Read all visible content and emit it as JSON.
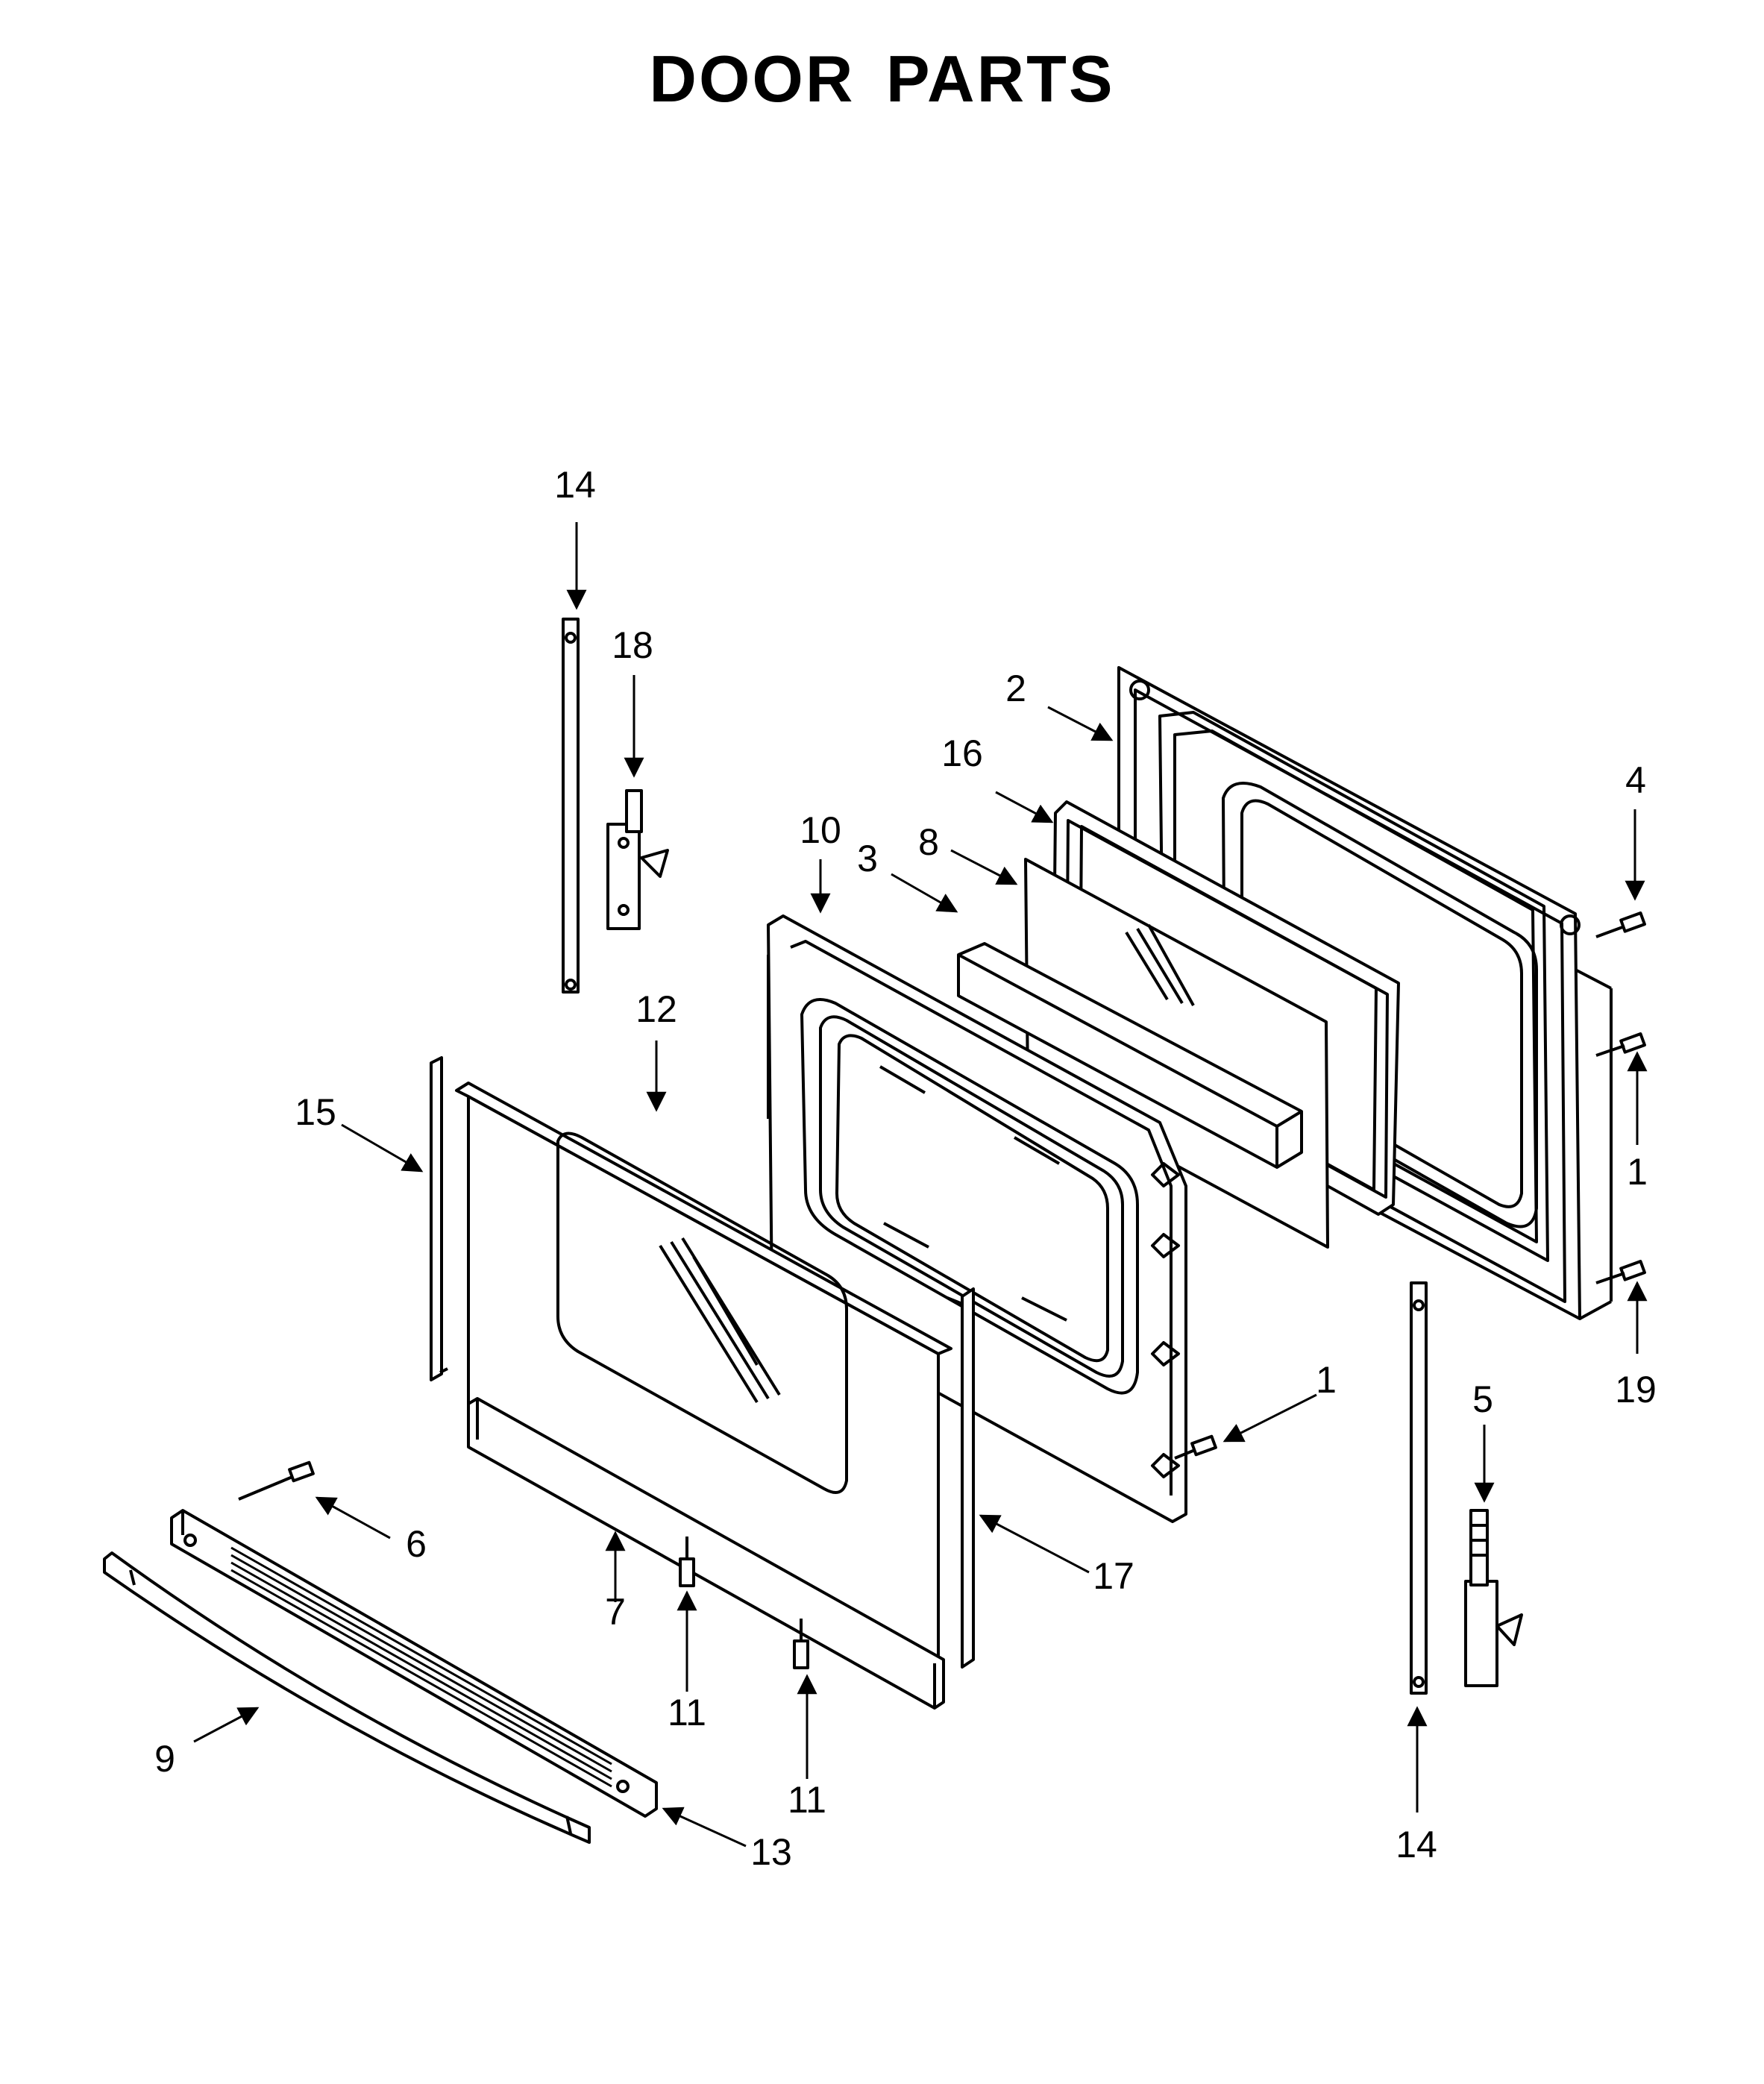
{
  "title": "DOOR PARTS",
  "callouts": [
    "1",
    "1",
    "2",
    "3",
    "4",
    "5",
    "6",
    "7",
    "8",
    "9",
    "10",
    "11",
    "11",
    "12",
    "13",
    "14",
    "14",
    "15",
    "16",
    "17",
    "18",
    "19"
  ]
}
